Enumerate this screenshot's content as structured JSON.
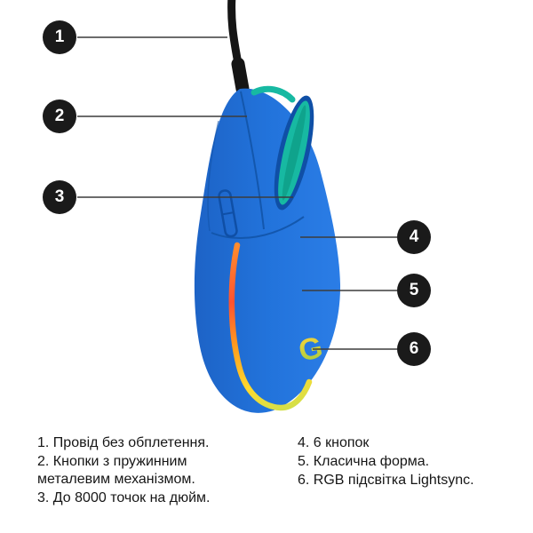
{
  "callouts": [
    {
      "number": "1"
    },
    {
      "number": "2"
    },
    {
      "number": "3"
    },
    {
      "number": "4"
    },
    {
      "number": "5"
    },
    {
      "number": "6"
    }
  ],
  "legend": {
    "left": [
      "1. Провід без обплетення.",
      "2. Кнопки з пружинним металевим механізмом.",
      "3. До 8000 точок на дюйм."
    ],
    "right": [
      "4. 6 кнопок",
      "5. Класична форма.",
      "6. RGB підсвітка Lightsync."
    ]
  },
  "product": {
    "logo_glyph": "G"
  },
  "colors": {
    "body_blue": "#2273DB",
    "body_blue_dark": "#1254A8",
    "wheel_teal": "#17B9A2",
    "cable_black": "#151515",
    "rgb_orange": "#FF8C2E",
    "rgb_red": "#FF5230",
    "rgb_yellow": "#FFD92E",
    "rgb_green_yellow": "#CFE04B",
    "callout_bg": "#1A1A1A",
    "background": "#FFFFFF"
  }
}
